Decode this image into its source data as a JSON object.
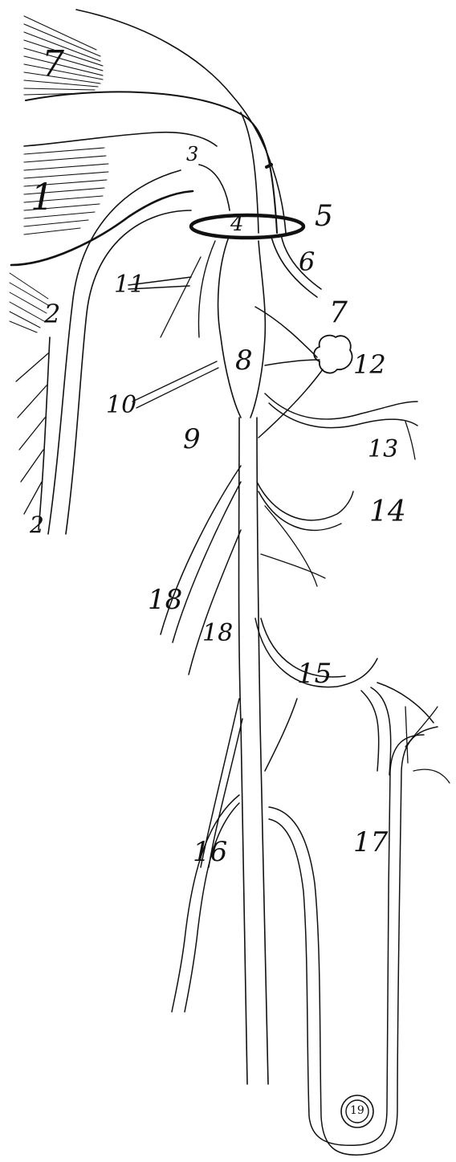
{
  "diagram": {
    "colors": {
      "ink": "#111111",
      "background": "#ffffff"
    },
    "labels": {
      "l7_muscle": "7",
      "l1_muscle": "1",
      "l2_upper": "2",
      "l2_lower": "2",
      "l3": "3",
      "l4": "4",
      "l5": "5",
      "l6": "6",
      "l7": "7",
      "l8": "8",
      "l9": "9",
      "l10": "10",
      "l11": "11",
      "l12": "12",
      "l13": "13",
      "l14": "14",
      "l15": "15",
      "l16": "16",
      "l17": "17",
      "l18_upper": "18",
      "l18_lower": "18",
      "l19": "19"
    }
  }
}
